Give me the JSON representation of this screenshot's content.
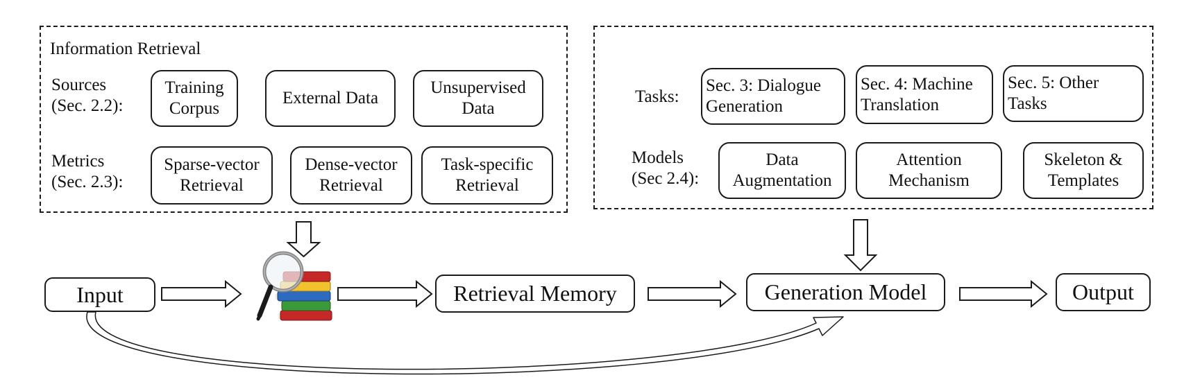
{
  "ir_panel": {
    "title": "Information Retrieval",
    "sources_label": "Sources\n(Sec. 2.2):",
    "sources": [
      "Training\nCorpus",
      "External Data",
      "Unsupervised\nData"
    ],
    "metrics_label": "Metrics\n(Sec. 2.3):",
    "metrics": [
      "Sparse-vector\nRetrieval",
      "Dense-vector\nRetrieval",
      "Task-specific\nRetrieval"
    ]
  },
  "tm_panel": {
    "tasks_label": "Tasks:",
    "tasks": [
      "Sec. 3: Dialogue\nGeneration",
      "Sec. 4: Machine\nTranslation",
      "Sec. 5: Other\nTasks"
    ],
    "models_label": "Models\n(Sec 2.4):",
    "models": [
      "Data\nAugmentation",
      "Attention\nMechanism",
      "Skeleton &\nTemplates"
    ]
  },
  "pipeline": {
    "input": "Input",
    "retrieval_icon": "magnifier-books-icon",
    "retrieval_memory": "Retrieval Memory",
    "generation_model": "Generation Model",
    "output": "Output"
  },
  "colors": {
    "stroke": "#1a1a1a",
    "book_red": "#c62828",
    "book_yellow": "#f2c12e",
    "book_blue": "#2c6bbf",
    "book_green": "#3a9a3a",
    "book_pages": "#f4efe6"
  }
}
